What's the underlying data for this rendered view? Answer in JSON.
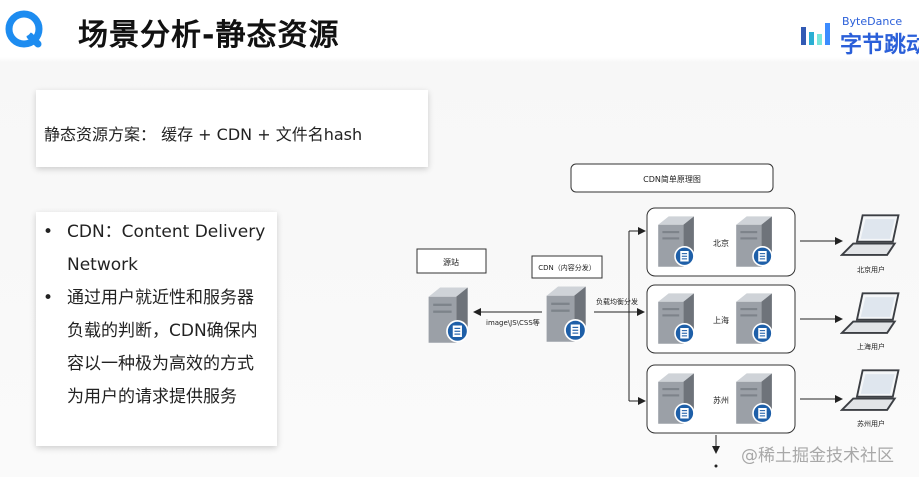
{
  "header": {
    "title": "场景分析-静态资源",
    "brand_en": "ByteDance",
    "brand_cn": "字节跳动",
    "brand_color": "#2a5fd9",
    "logo_icon": "q-logo-icon"
  },
  "card_top": {
    "text": "静态资源方案： 缓存 + CDN + 文件名hash"
  },
  "card_bullets": {
    "items": [
      "CDN：Content Delivery Network",
      "通过用户就近性和服务器负载的判断，CDN确保内容以一种极为高效的方式为用户的请求提供服务"
    ]
  },
  "diagram": {
    "title": "CDN简单原理图",
    "origin_label": "源站",
    "cdn_label": "CDN（内容分发）",
    "resources_label": "image\\JS\\CSS等",
    "lb_label": "负载均衡分发",
    "nodes": [
      {
        "city": "北京",
        "user": "北京用户"
      },
      {
        "city": "上海",
        "user": "上海用户"
      },
      {
        "city": "苏州",
        "user": "苏州用户"
      }
    ]
  },
  "watermark": "@稀土掘金技术社区"
}
